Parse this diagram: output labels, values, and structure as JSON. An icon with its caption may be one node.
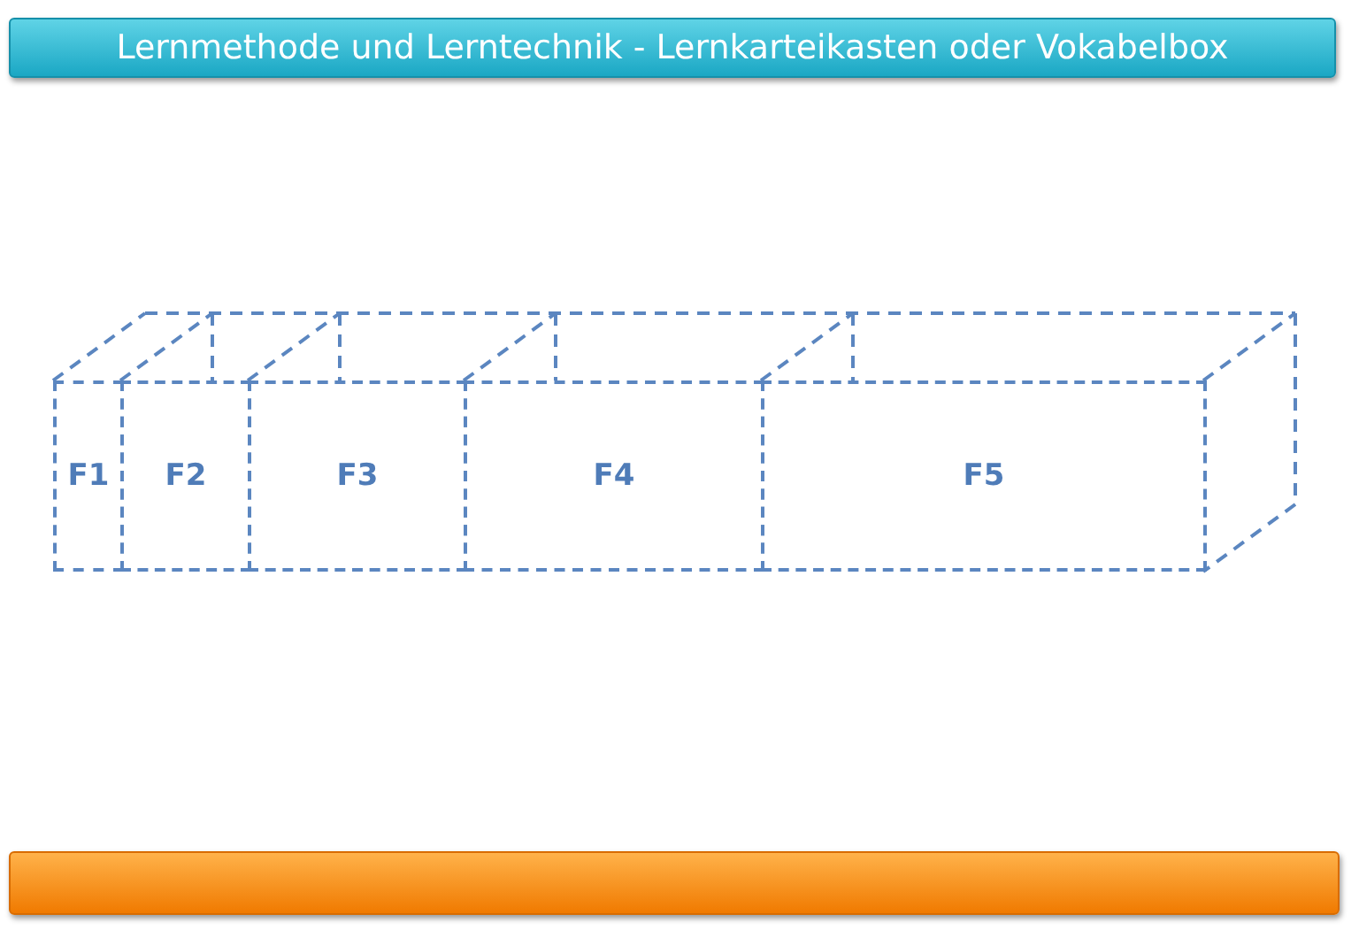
{
  "diagram": {
    "title": "Lernmethode und Lerntechnik - Lernkarteikasten oder Vokabelbox",
    "nodes": [
      {
        "text": [
          "F1"
        ]
      },
      {
        "text": [
          "F2"
        ]
      },
      {
        "text": [
          "F3"
        ]
      },
      {
        "text": [
          "F4"
        ]
      },
      {
        "text": [
          "F5"
        ]
      }
    ]
  }
}
